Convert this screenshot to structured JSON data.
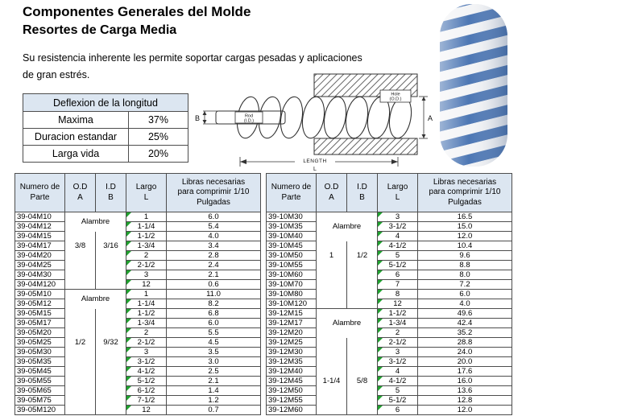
{
  "page": {
    "title": "Componentes Generales del Molde",
    "subtitle": "Resortes de Carga Media",
    "description_line1": "Su resistencia inherente les permite soportar cargas pesadas y aplicaciones",
    "description_line2": "de gran estrés."
  },
  "deflection_table": {
    "header": "Deflexion de la longitud",
    "rows": [
      {
        "label": "Maxima",
        "value": "37%"
      },
      {
        "label": "Duracion estandar",
        "value": "25%"
      },
      {
        "label": "Larga vida",
        "value": "20%"
      }
    ]
  },
  "diagram": {
    "label_b": "B",
    "label_a": "A",
    "rod_label_line1": "Rod",
    "rod_label_line2": "(I.D.)",
    "hole_label_line1": "Hole",
    "hole_label_line2": "(O.D.)",
    "length_label": "LENGTH",
    "l_label": "L"
  },
  "spring_tables": {
    "headers": {
      "part": [
        "Numero de",
        "Parte"
      ],
      "od": [
        "O.D",
        "A"
      ],
      "id": [
        "I.D",
        "B"
      ],
      "largo": [
        "Largo",
        "L"
      ],
      "libras": [
        "Libras necesarias",
        "para comprimir 1/10",
        "Pulgadas"
      ]
    },
    "left": {
      "groups": [
        {
          "wire_label": "Alambre",
          "od": "3/8",
          "id": "3/16",
          "wire_rowspan": 2,
          "od_label_row": 4,
          "rows": [
            {
              "part": "39-04M10",
              "largo": "1",
              "libras": "6.0"
            },
            {
              "part": "39-04M12",
              "largo": "1-1/4",
              "libras": "5.4"
            },
            {
              "part": "39-04M15",
              "largo": "1-1/2",
              "libras": "4.0"
            },
            {
              "part": "39-04M17",
              "largo": "1-3/4",
              "libras": "3.4"
            },
            {
              "part": "39-04M20",
              "largo": "2",
              "libras": "2.8"
            },
            {
              "part": "39-04M25",
              "largo": "2-1/2",
              "libras": "2.4"
            },
            {
              "part": "39-04M30",
              "largo": "3",
              "libras": "2.1"
            },
            {
              "part": "39-04M120",
              "largo": "12",
              "libras": "0.6"
            }
          ]
        },
        {
          "wire_label": "Alambre",
          "od": "1/2",
          "id": "9/32",
          "wire_rowspan": 2,
          "od_label_row": 6,
          "rows": [
            {
              "part": "39-05M10",
              "largo": "1",
              "libras": "11.0"
            },
            {
              "part": "39-05M12",
              "largo": "1-1/4",
              "libras": "8.2"
            },
            {
              "part": "39-05M15",
              "largo": "1-1/2",
              "libras": "6.8"
            },
            {
              "part": "39-05M17",
              "largo": "1-3/4",
              "libras": "6.0"
            },
            {
              "part": "39-05M20",
              "largo": "2",
              "libras": "5.5"
            },
            {
              "part": "39-05M25",
              "largo": "2-1/2",
              "libras": "4.5"
            },
            {
              "part": "39-05M30",
              "largo": "3",
              "libras": "3.5"
            },
            {
              "part": "39-05M35",
              "largo": "3-1/2",
              "libras": "3.0"
            },
            {
              "part": "39-05M45",
              "largo": "4-1/2",
              "libras": "2.5"
            },
            {
              "part": "39-05M55",
              "largo": "5-1/2",
              "libras": "2.1"
            },
            {
              "part": "39-05M65",
              "largo": "6-1/2",
              "libras": "1.4"
            },
            {
              "part": "39-05M75",
              "largo": "7-1/2",
              "libras": "1.2"
            },
            {
              "part": "39-05M120",
              "largo": "12",
              "libras": "0.7"
            }
          ]
        }
      ]
    },
    "right": {
      "groups": [
        {
          "wire_label": "Alambre",
          "od": "1",
          "id": "1/2",
          "wire_rowspan": 3,
          "od_label_row": 5,
          "rows": [
            {
              "part": "39-10M30",
              "largo": "3",
              "libras": "16.5"
            },
            {
              "part": "39-10M35",
              "largo": "3-1/2",
              "libras": "15.0"
            },
            {
              "part": "39-10M40",
              "largo": "4",
              "libras": "12.0"
            },
            {
              "part": "39-10M45",
              "largo": "4-1/2",
              "libras": "10.4"
            },
            {
              "part": "39-10M50",
              "largo": "5",
              "libras": "9.6"
            },
            {
              "part": "39-10M55",
              "largo": "5-1/2",
              "libras": "8.8"
            },
            {
              "part": "39-10M60",
              "largo": "6",
              "libras": "8.0"
            },
            {
              "part": "39-10M70",
              "largo": "7",
              "libras": "7.2"
            },
            {
              "part": "39-10M80",
              "largo": "8",
              "libras": "6.0"
            },
            {
              "part": "39-10M120",
              "largo": "12",
              "libras": "4.0"
            }
          ]
        },
        {
          "wire_label": "Alambre",
          "od": "1-1/4",
          "id": "5/8",
          "wire_rowspan": 3,
          "od_label_row": 8,
          "rows": [
            {
              "part": "39-12M15",
              "largo": "1-1/2",
              "libras": "49.6"
            },
            {
              "part": "39-12M17",
              "largo": "1-3/4",
              "libras": "42.4"
            },
            {
              "part": "39-12M20",
              "largo": "2",
              "libras": "35.2"
            },
            {
              "part": "39-12M25",
              "largo": "2-1/2",
              "libras": "28.8"
            },
            {
              "part": "39-12M30",
              "largo": "3",
              "libras": "24.0"
            },
            {
              "part": "39-12M35",
              "largo": "3-1/2",
              "libras": "20.0"
            },
            {
              "part": "39-12M40",
              "largo": "4",
              "libras": "17.6"
            },
            {
              "part": "39-12M45",
              "largo": "4-1/2",
              "libras": "16.0"
            },
            {
              "part": "39-12M50",
              "largo": "5",
              "libras": "13.6"
            },
            {
              "part": "39-12M55",
              "largo": "5-1/2",
              "libras": "12.8"
            },
            {
              "part": "39-12M60",
              "largo": "6",
              "libras": "12.0"
            }
          ]
        }
      ]
    }
  },
  "colors": {
    "header_bg": "#dce6f1",
    "triangle_green": "#1fa12e",
    "spring_blue": "#4d77b4",
    "spring_white": "#f3f4f6"
  }
}
